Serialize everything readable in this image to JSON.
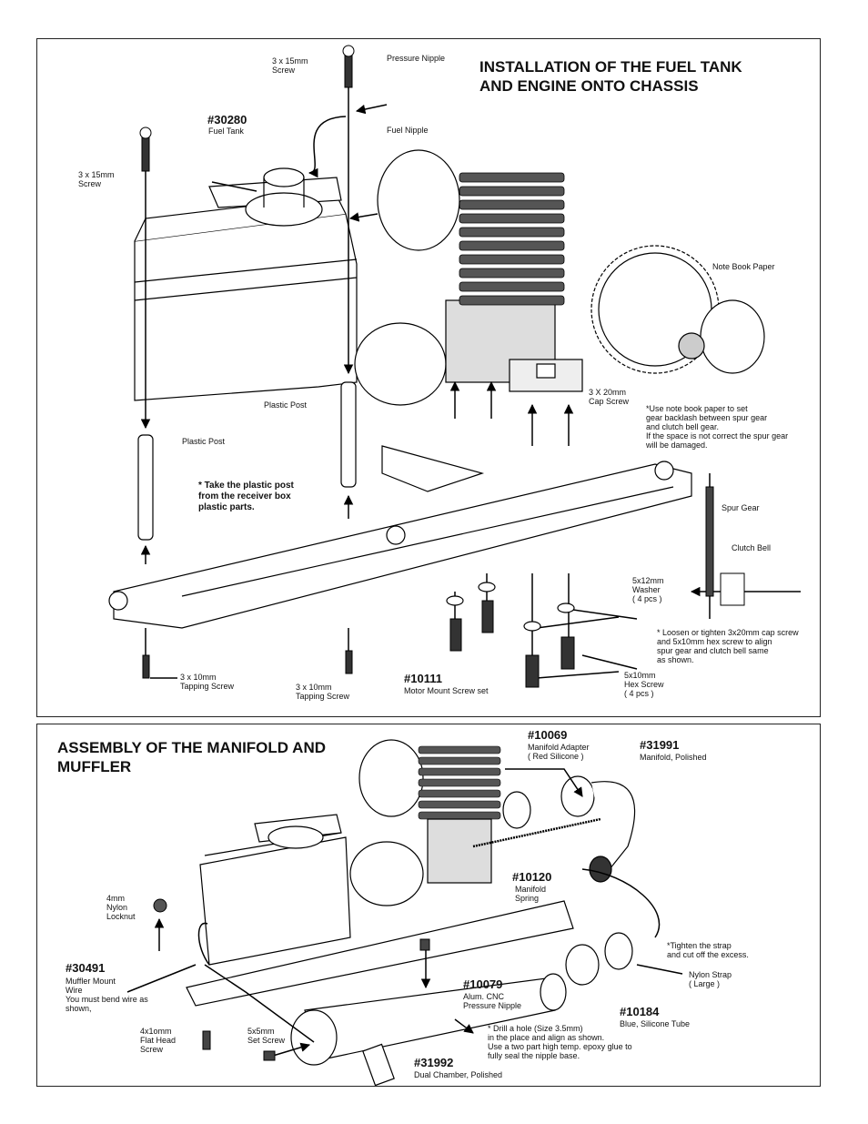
{
  "top": {
    "title": "INSTALLATION OF THE FUEL TANK\nAND ENGINE ONTO CHASSIS",
    "screw_top": "3 x 15mm\nScrew",
    "pressure_nipple": "Pressure  Nipple",
    "fuel_tank_pn": "#30280",
    "fuel_tank_label": "Fuel Tank",
    "fuel_nipple": "Fuel Nipple",
    "screw_left": "3 x 15mm\nScrew",
    "note_book_paper": "Note Book Paper",
    "cap_screw": "3 X 20mm\nCap Screw",
    "backlash_note": "*Use note book paper to set\n gear backlash between spur gear\n and clutch bell gear.\n If the space is not correct the  spur gear\n will be damaged.",
    "plastic_post_right": "Plastic Post",
    "plastic_post_left": "Plastic Post",
    "post_note": "* Take the plastic post\n   from the receiver box\n   plastic parts.",
    "spur_gear": "Spur Gear",
    "clutch_bell": "Clutch Bell",
    "washer": "5x12mm\nWasher\n( 4 pcs )",
    "loosen_note": "* Loosen or tighten  3x20mm cap screw\n   and 5x10mm hex screw to align\n   spur gear and clutch bell same\n   as shown.",
    "tapping_left": "3 x 10mm\nTapping Screw",
    "tapping_mid": "3 x 10mm\nTapping Screw",
    "motor_mount_pn": "#10111",
    "motor_mount_label": "Motor Mount Screw set",
    "hex_screw": "5x10mm\nHex Screw\n( 4 pcs )"
  },
  "bottom": {
    "title": "ASSEMBLY OF THE MANIFOLD AND\nMUFFLER",
    "adapter_pn": "#10069",
    "adapter_label": "Manifold Adapter\n( Red Silicone )",
    "manifold_pn": "#31991",
    "manifold_label": "Manifold, Polished",
    "spring_pn": "#10120",
    "spring_label": "Manifold\nSpring",
    "locknut": "4mm\nNylon\nLocknut",
    "strap_note": "*Tighten the strap\n  and cut off the excess.",
    "wire_pn": "#30491",
    "wire_label": "Muffler Mount\nWire\nYou must bend wire as\nshown,",
    "nylon_strap": "Nylon Strap\n( Large )",
    "pressure_nipple_pn": "#10079",
    "pressure_nipple_label": "Alum. CNC\nPressure Nipple",
    "silicone_pn": "#10184",
    "silicone_label": "Blue, Silicone Tube",
    "flat_head": "4x1omm\nFlat Head\nScrew",
    "set_screw": "5x5mm\nSet Screw",
    "drill_note": "* Drill a hole (Size 3.5mm)\n   in the place and align as shown.\n   Use a two part high temp. epoxy glue to\n   fully seal the nipple base.",
    "muffler_pn": "#31992",
    "muffler_label": "Dual Chamber, Polished"
  }
}
